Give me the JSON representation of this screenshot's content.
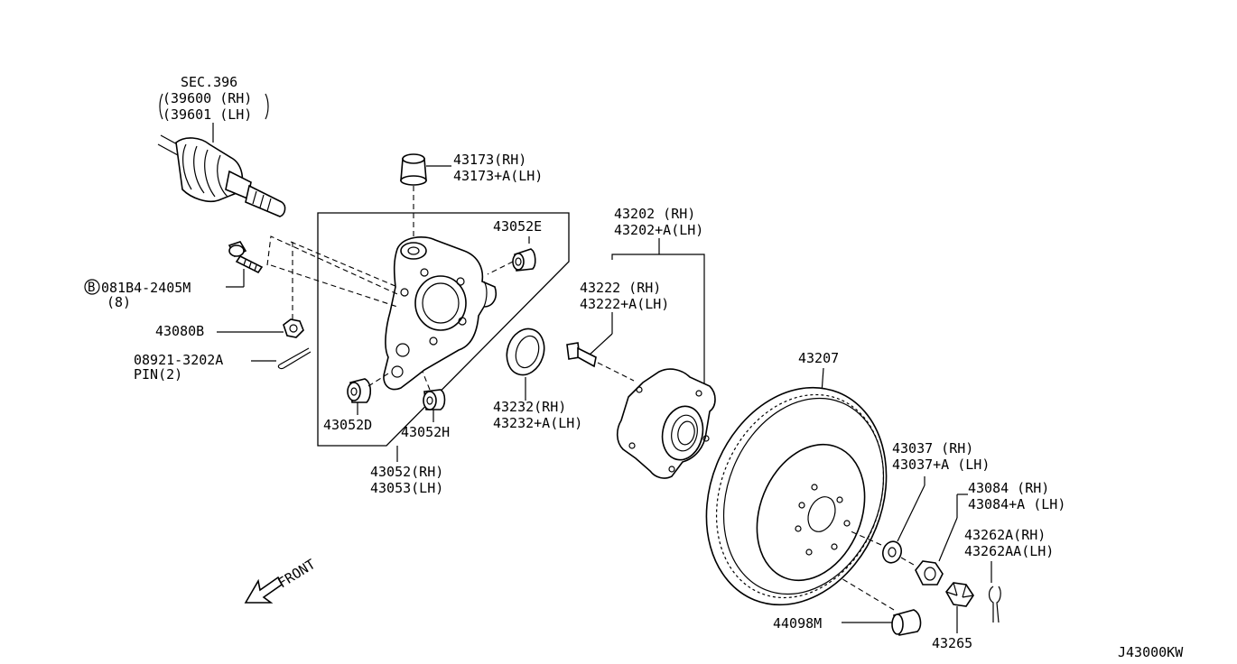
{
  "callouts": {
    "sec396": [
      "SEC.396",
      "(39600 (RH)",
      "(39601 (LH)"
    ],
    "p43173": [
      "43173(RH)",
      "43173+A(LH)"
    ],
    "p43052e": [
      "43052E"
    ],
    "p43202": [
      "43202 (RH)",
      "43202+A(LH)"
    ],
    "p43222": [
      "43222 (RH)",
      "43222+A(LH)"
    ],
    "bolt": [
      "081B4-2405M",
      "(8)"
    ],
    "bolt_marker": "B",
    "p43080b": [
      "43080B"
    ],
    "pin": [
      "08921-3202A",
      "PIN(2)"
    ],
    "p43232": [
      "43232(RH)",
      "43232+A(LH)"
    ],
    "p43207": [
      "43207"
    ],
    "p43052d": [
      "43052D"
    ],
    "p43052h": [
      "43052H"
    ],
    "p43052": [
      "43052(RH)",
      "43053(LH)"
    ],
    "p43037": [
      "43037 (RH)",
      "43037+A (LH)"
    ],
    "p43084": [
      "43084 (RH)",
      "43084+A (LH)"
    ],
    "p43262": [
      "43262A(RH)",
      "43262AA(LH)"
    ],
    "p44098m": [
      "44098M"
    ],
    "p43265": [
      "43265"
    ],
    "front": "FRONT",
    "diagram_id": "J43000KW"
  },
  "icons": {
    "front_arrow": "hollow-arrow-icon",
    "bolt_marker": "circled-letter-icon"
  }
}
